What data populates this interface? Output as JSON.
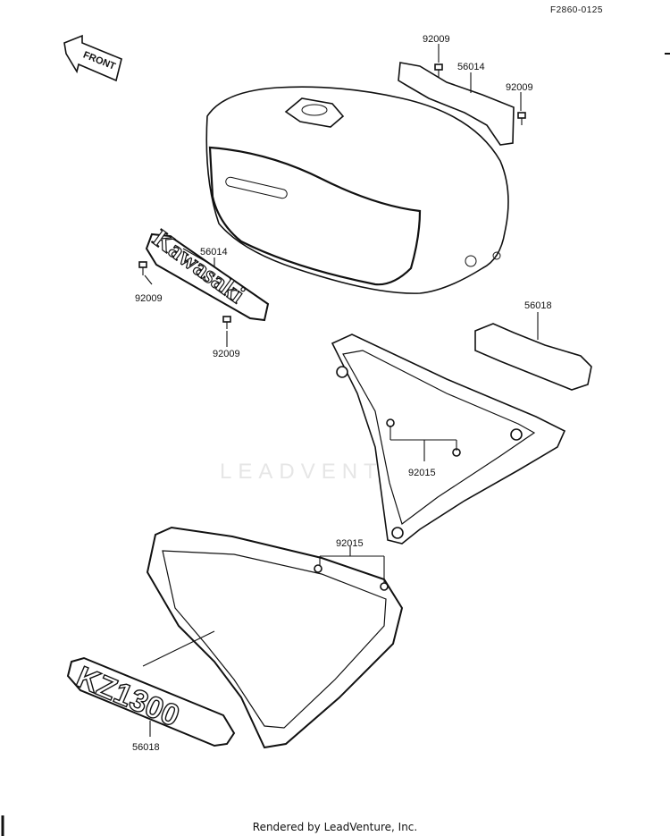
{
  "figure_code": "F2860-0125",
  "front_label": "FRONT",
  "watermark": "LEADVENTURE",
  "emblem_tank_text": "Kawasaki",
  "emblem_cover_text": "KZ1300",
  "callouts": [
    {
      "id": "bolt-top-left",
      "text": "92009"
    },
    {
      "id": "emblem-top",
      "text": "56014"
    },
    {
      "id": "bolt-top-right",
      "text": "92009"
    },
    {
      "id": "emblem-left",
      "text": "56014"
    },
    {
      "id": "bolt-left-1",
      "text": "92009"
    },
    {
      "id": "bolt-left-2",
      "text": "92009"
    },
    {
      "id": "emblem-right",
      "text": "56018"
    },
    {
      "id": "nut-right",
      "text": "92015"
    },
    {
      "id": "nut-left",
      "text": "92015"
    },
    {
      "id": "emblem-bottom",
      "text": "56018"
    }
  ],
  "footer": "Rendered by LeadVenture, Inc."
}
